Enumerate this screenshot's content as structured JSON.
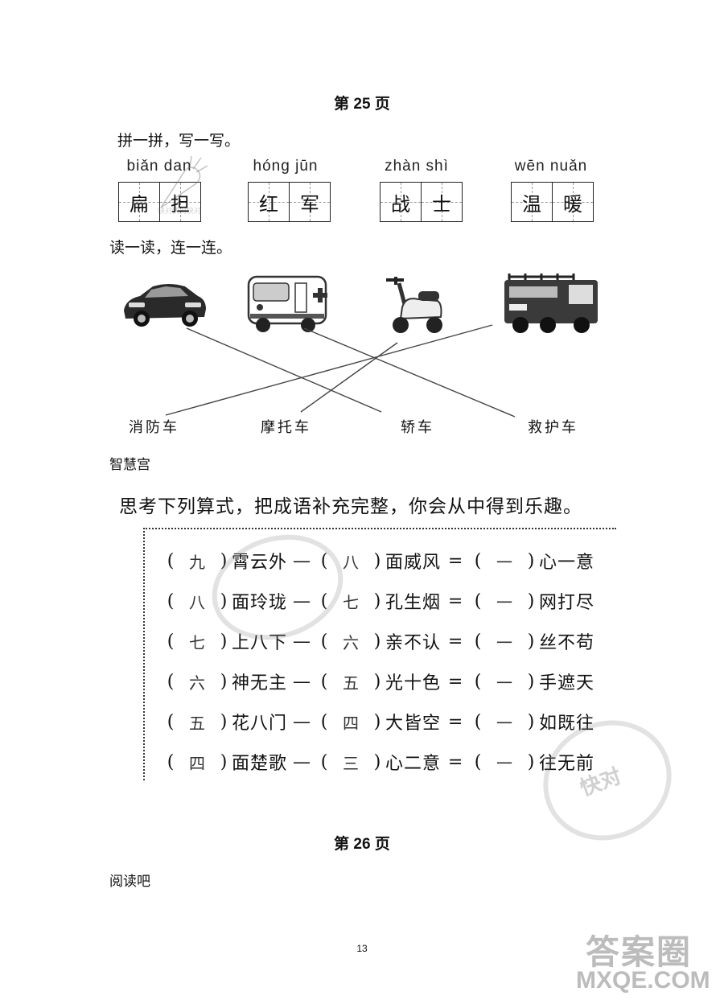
{
  "page25_heading": "第 25 页",
  "section_pinyin": {
    "title": "拼一拼，写一写。",
    "items": [
      {
        "pinyin": "biǎn dan",
        "chars": [
          "扁",
          "担"
        ]
      },
      {
        "pinyin": "hóng jūn",
        "chars": [
          "红",
          "军"
        ]
      },
      {
        "pinyin": "zhàn shì",
        "chars": [
          "战",
          "士"
        ]
      },
      {
        "pinyin": "wēn nuǎn",
        "chars": [
          "温",
          "暖"
        ]
      }
    ]
  },
  "section_match": {
    "title": "读一读，连一连。",
    "pictures": [
      "car-icon",
      "ambulance-icon",
      "scooter-icon",
      "fire-truck-icon"
    ],
    "labels": [
      "消防车",
      "摩托车",
      "轿车",
      "救护车"
    ]
  },
  "section_wisdom": {
    "title": "智慧宫",
    "instruction": "思考下列算式，把成语补充完整，你会从中得到乐趣。",
    "rows": [
      {
        "a": "九",
        "t1": "霄云外",
        "b": "八",
        "t2": "面威风",
        "c": "一",
        "t3": "心一意"
      },
      {
        "a": "八",
        "t1": "面玲珑",
        "b": "七",
        "t2": "孔生烟",
        "c": "一",
        "t3": "网打尽"
      },
      {
        "a": "七",
        "t1": "上八下",
        "b": "六",
        "t2": "亲不认",
        "c": "一",
        "t3": "丝不苟"
      },
      {
        "a": "六",
        "t1": "神无主",
        "b": "五",
        "t2": "光十色",
        "c": "一",
        "t3": "手遮天"
      },
      {
        "a": "五",
        "t1": "花八门",
        "b": "四",
        "t2": "大皆空",
        "c": "一",
        "t3": "如既往"
      },
      {
        "a": "四",
        "t1": "面楚歌",
        "b": "三",
        "t2": "心二意",
        "c": "一",
        "t3": "往无前"
      }
    ],
    "open_paren": "(",
    "close_paren": ")",
    "minus": "—",
    "equals": "="
  },
  "page26_heading": "第 26 页",
  "reading_title": "阅读吧",
  "page_number": "13",
  "watermarks": {
    "kuaidui_small": "快对快对快对",
    "kuaidui_stamp": "快对",
    "site_cn": "答案圈",
    "site_en": "MXQE.COM"
  }
}
